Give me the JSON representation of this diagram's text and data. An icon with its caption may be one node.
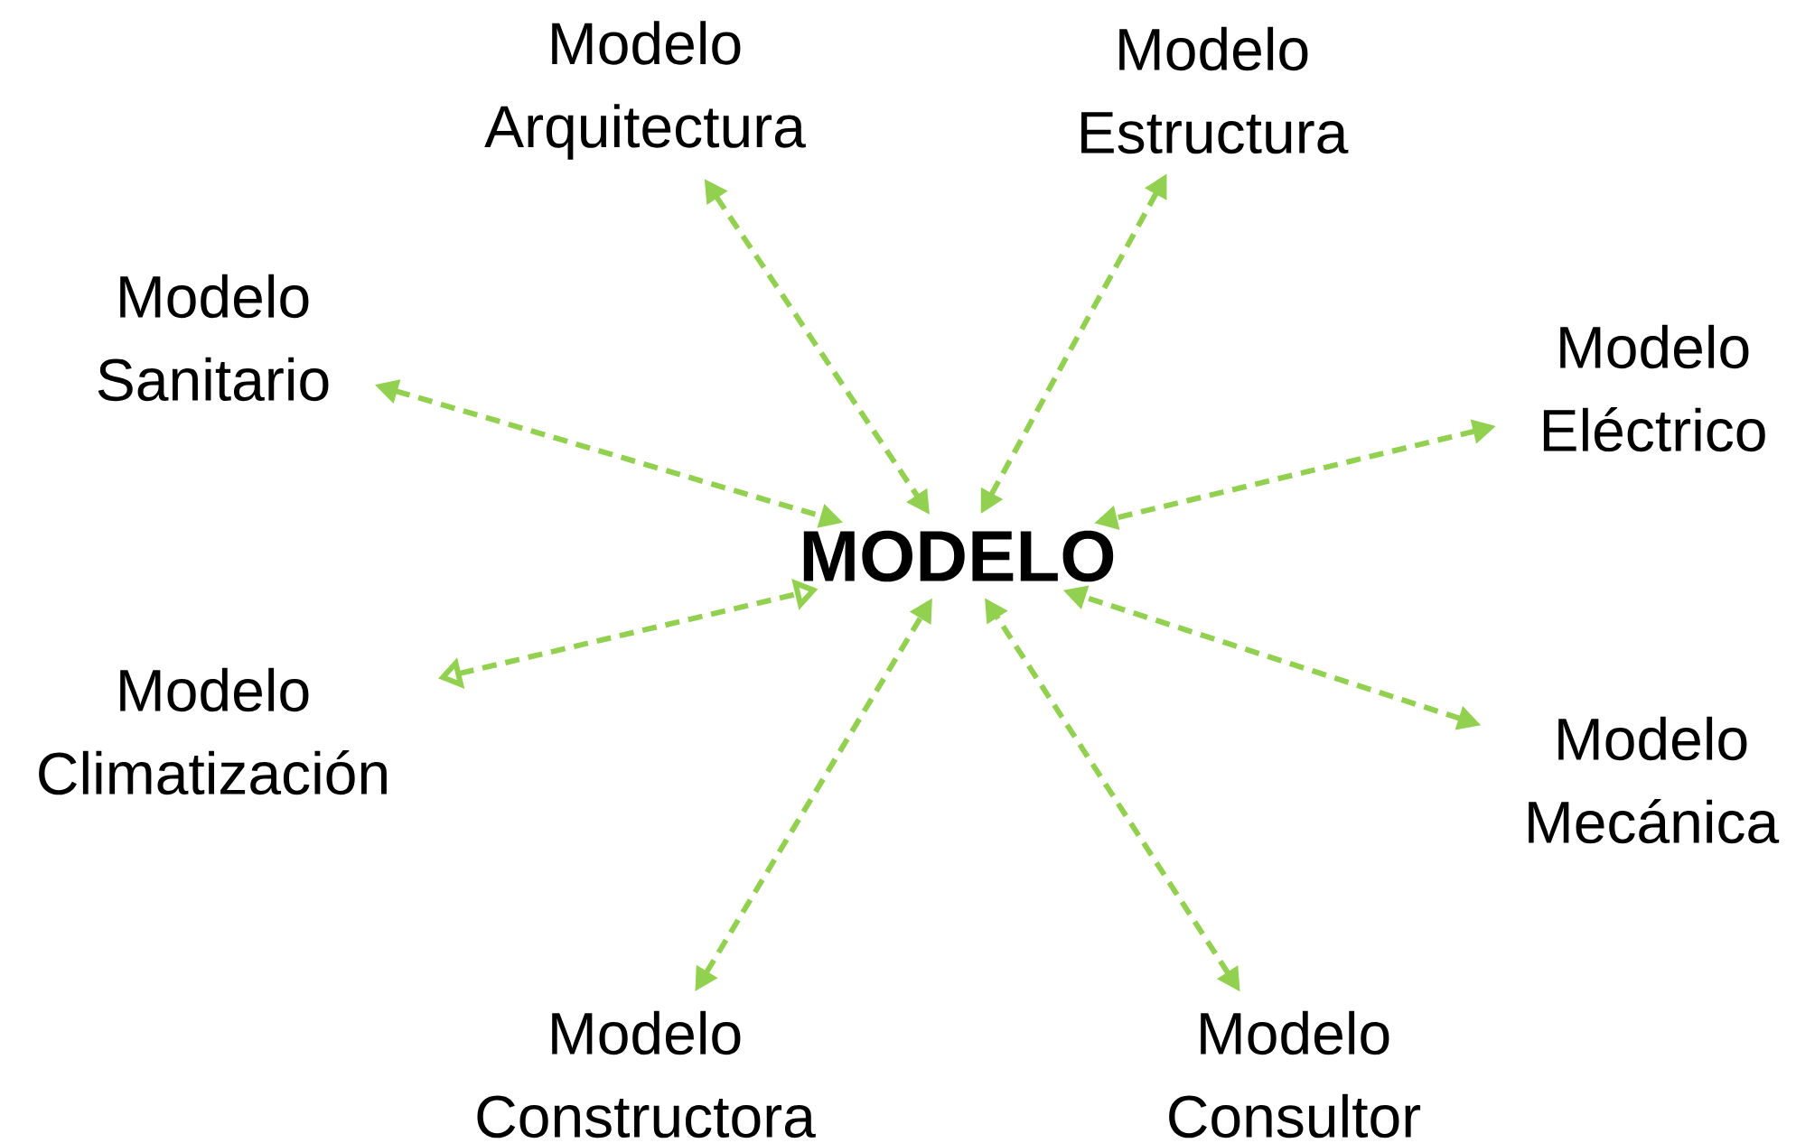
{
  "diagram": {
    "nodes": [
      {
        "text": [
          "MODELO"
        ]
      },
      {
        "text": [
          "Modelo Arquitectura"
        ]
      },
      {
        "text": [
          "Modelo Estructura"
        ]
      },
      {
        "text": [
          "Modelo Sanitario"
        ]
      },
      {
        "text": [
          "Modelo Eléctrico"
        ]
      },
      {
        "text": [
          "Modelo Climatización"
        ]
      },
      {
        "text": [
          "Modelo Mecánica"
        ]
      },
      {
        "text": [
          "Modelo Constructora"
        ]
      },
      {
        "text": [
          "Modelo Consultor"
        ]
      }
    ],
    "edges": [
      {
        "from": 1,
        "to": 0,
        "arrow": "both",
        "style": "dashed"
      },
      {
        "from": 2,
        "to": 0,
        "arrow": "both",
        "style": "dashed"
      },
      {
        "from": 3,
        "to": 0,
        "arrow": "both",
        "style": "dashed"
      },
      {
        "from": 4,
        "to": 0,
        "arrow": "both",
        "style": "dashed"
      },
      {
        "from": 5,
        "to": 0,
        "arrow": "both",
        "style": "dashed"
      },
      {
        "from": 6,
        "to": 0,
        "arrow": "both",
        "style": "dashed"
      },
      {
        "from": 7,
        "to": 0,
        "arrow": "both",
        "style": "dashed"
      },
      {
        "from": 8,
        "to": 0,
        "arrow": "both",
        "style": "dashed"
      }
    ]
  }
}
